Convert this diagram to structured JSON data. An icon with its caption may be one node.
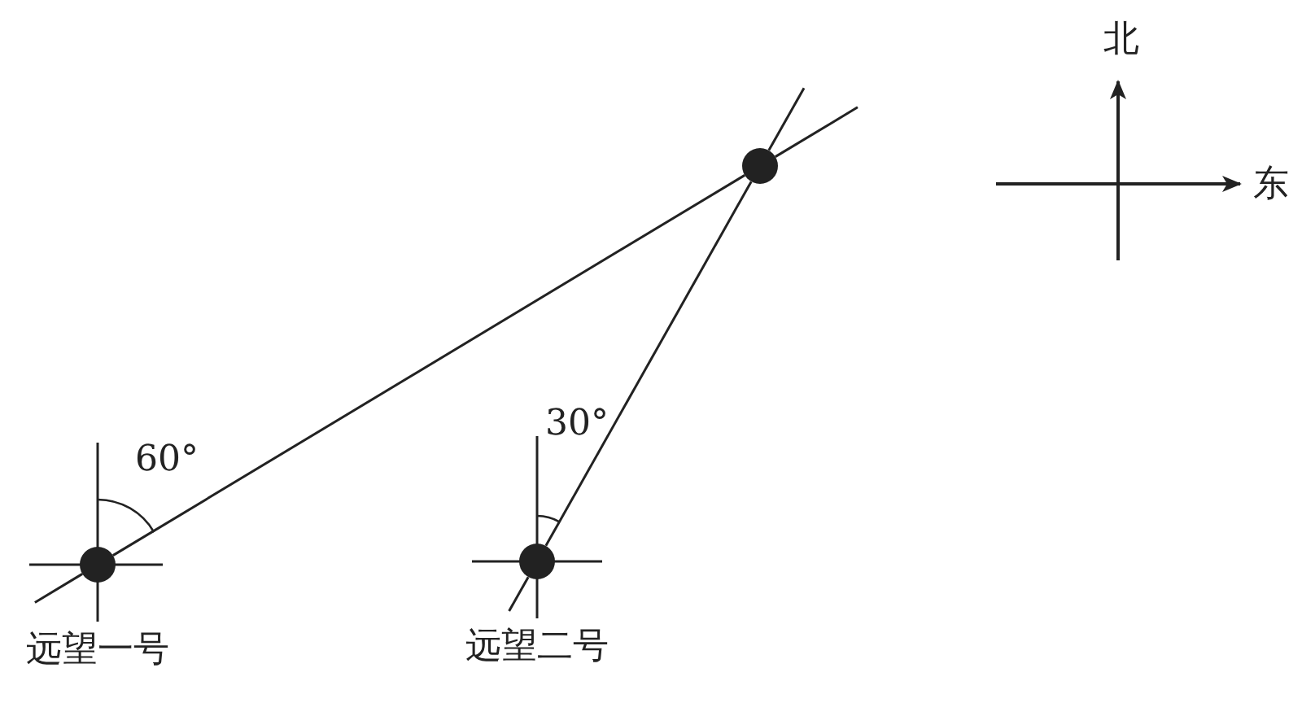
{
  "diagram": {
    "nodes": [
      {
        "text": [],
        "shape": "circle",
        "beside": [
          "远望一号"
        ]
      },
      {
        "text": [],
        "shape": "circle",
        "beside": [
          "远望二号"
        ]
      },
      {
        "text": [],
        "shape": "circle"
      }
    ],
    "edges": [
      {
        "from": 0,
        "to": 2,
        "arrow": "none"
      },
      {
        "from": 1,
        "to": 2,
        "arrow": "none"
      }
    ],
    "labels": [
      "60°",
      "30°",
      "北",
      "东"
    ]
  }
}
